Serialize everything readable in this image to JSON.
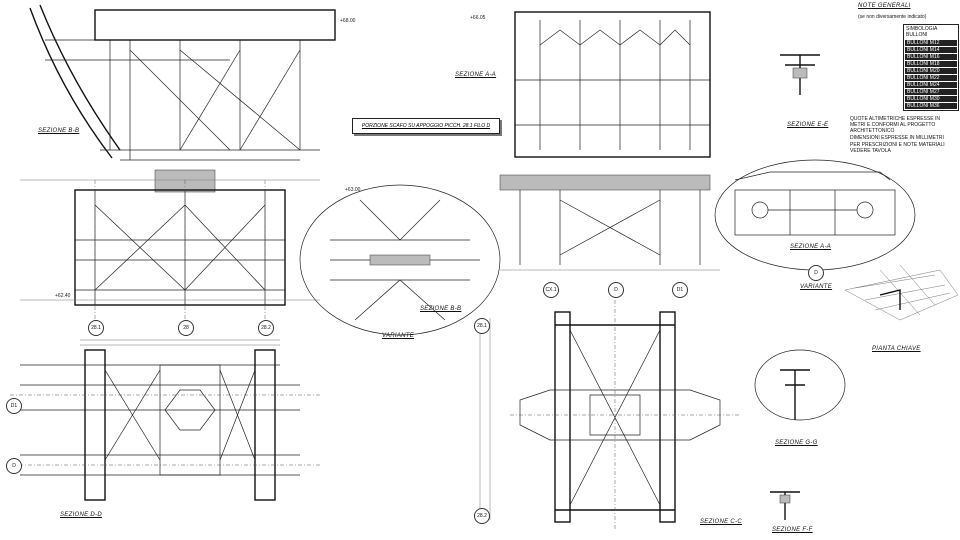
{
  "title_box": "PORZIONE SCAFO SU APPOGGIO PICCH. 28.1 FILO D",
  "sections": {
    "b_b_left": "SEZIONE B-B",
    "a_a_top": "SEZIONE A-A",
    "e_e": "SEZIONE E-E",
    "a_a_right": "SEZIONE A-A",
    "variante_right": "VARIANTE",
    "variante_middle": "VARIANTE",
    "b_b_middle": "SEZIONE B-B",
    "pianta_chiave": "PIANTA CHIAVE",
    "d_d": "SEZIONE D-D",
    "c_c": "SEZIONE C-C",
    "g_g": "SEZIONE G-G",
    "f_f": "SEZIONE F-F"
  },
  "notes": {
    "heading": "NOTE GENERALI",
    "subheading": "(se non diversamente indicato)",
    "legend_title": "SIMBOLOGIA BULLONI",
    "legend_rows": [
      "BULLONI M12",
      "BULLONI M14",
      "BULLONI M16",
      "BULLONI M18",
      "BULLONI M20",
      "BULLONI M22",
      "BULLONI M24",
      "BULLONI M27",
      "BULLONI M30",
      "BULLONI M36"
    ],
    "lines": [
      "QUOTE ALTIMETRICHE ESPRESSE IN METRI E CONFORMI AL PROGETTO ARCHITETTONICO",
      "DIMENSIONI ESPRESSE IN MILLIMETRI",
      "PER PRESCRIZIONI E NOTE MATERIALI VEDERE TAVOLA"
    ]
  },
  "axes": {
    "a1": "28.1",
    "a2": "28",
    "a3": "28.2",
    "b1": "CX.1",
    "b2": "D",
    "b3": "D1",
    "c1": "D1",
    "c2": "D",
    "d1": "28.1",
    "d2": "28.2",
    "d3": "D"
  },
  "elevations": {
    "e1": "+68.00",
    "e2": "+66.05",
    "e3": "+63.00",
    "e4": "+62.40"
  }
}
